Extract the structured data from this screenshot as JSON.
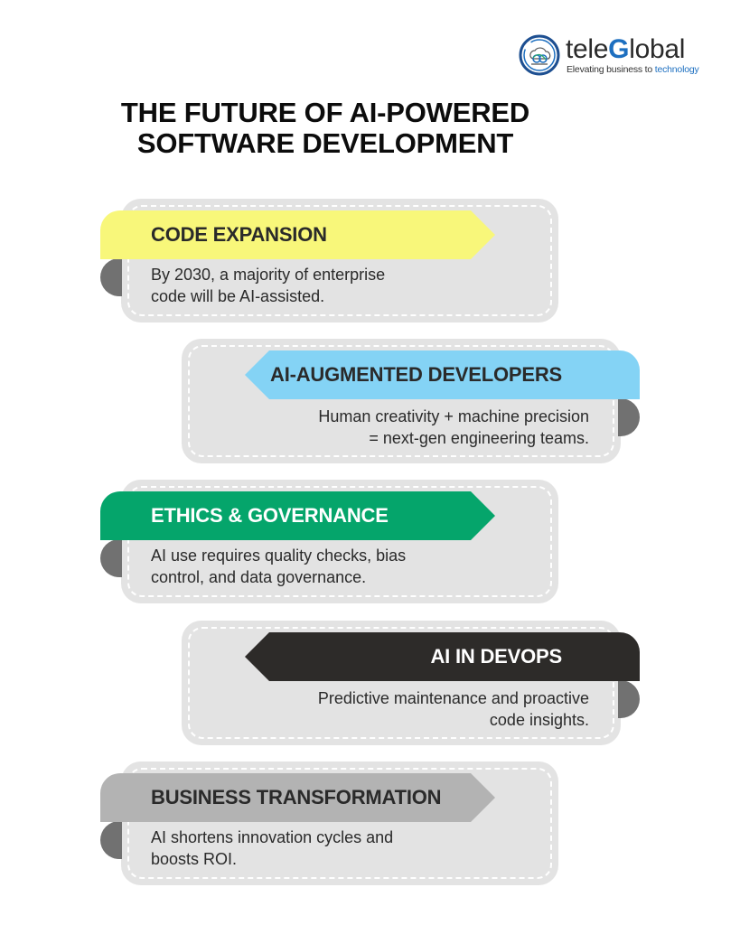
{
  "brand": {
    "name_prefix": "tele",
    "name_highlight": "G",
    "name_suffix": "lobal",
    "tagline_prefix": "Elevating business to ",
    "tagline_highlight": "technology",
    "logo_icon": "globe-cloud-logo-icon",
    "accent_color": "#1d6fc0"
  },
  "title": {
    "line1": "THE FUTURE OF AI-POWERED",
    "line2": "SOFTWARE DEVELOPMENT"
  },
  "cards": [
    {
      "heading": "CODE EXPANSION",
      "text_line1": "By 2030, a majority of enterprise",
      "text_line2": "code will be AI-assisted.",
      "ribbon_color": "#f8f77a",
      "heading_color": "#2a2a2a",
      "direction": "right"
    },
    {
      "heading": "AI-AUGMENTED DEVELOPERS",
      "text_line1": "Human creativity + machine precision",
      "text_line2": "= next-gen engineering teams.",
      "ribbon_color": "#84d3f5",
      "heading_color": "#2a2a2a",
      "direction": "left"
    },
    {
      "heading": "ETHICS & GOVERNANCE",
      "text_line1": "AI use requires quality checks, bias",
      "text_line2": "control, and data governance.",
      "ribbon_color": "#05a56b",
      "heading_color": "#ffffff",
      "direction": "right"
    },
    {
      "heading": "AI IN DEVOPS",
      "text_line1": "Predictive maintenance and proactive",
      "text_line2": "code insights.",
      "ribbon_color": "#2d2b29",
      "heading_color": "#ffffff",
      "direction": "left"
    },
    {
      "heading": "BUSINESS TRANSFORMATION",
      "text_line1": "AI shortens innovation cycles and",
      "text_line2": "boosts ROI.",
      "ribbon_color": "#b3b3b3",
      "heading_color": "#2a2a2a",
      "direction": "right"
    }
  ]
}
